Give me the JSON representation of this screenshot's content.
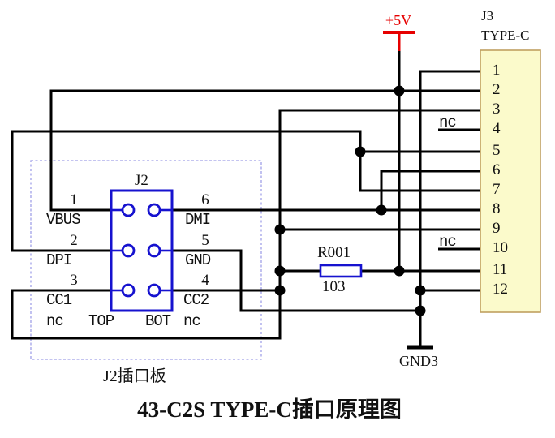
{
  "title": "43-C2S TYPE-C插口原理图",
  "power": {
    "label": "+5V"
  },
  "ground": {
    "label": "GND3"
  },
  "resistor": {
    "ref": "R001",
    "value": "103"
  },
  "j2": {
    "ref": "J2",
    "board_label": "J2插口板",
    "pins_left": [
      {
        "num": "1",
        "name": "VBUS"
      },
      {
        "num": "2",
        "name": "DPI"
      },
      {
        "num": "3",
        "name": "CC1"
      }
    ],
    "pins_right": [
      {
        "num": "6",
        "name": "DMI"
      },
      {
        "num": "5",
        "name": "GND"
      },
      {
        "num": "4",
        "name": "CC2"
      }
    ],
    "nc_left": "nc",
    "nc_right": "nc",
    "col_top": "TOP",
    "col_bot": "BOT"
  },
  "j3": {
    "ref": "J3",
    "type_label": "TYPE-C",
    "pins": [
      "1",
      "2",
      "3",
      "4",
      "5",
      "6",
      "7",
      "8",
      "9",
      "10",
      "11",
      "12"
    ],
    "nc_label": "nc"
  },
  "colors": {
    "wire": "#000000",
    "component_blue": "#1612cf",
    "connector_fill": "#fbfacb",
    "connector_border": "#c0a060",
    "dashed_box": "#a0a0e8",
    "power_red": "#e60000"
  }
}
